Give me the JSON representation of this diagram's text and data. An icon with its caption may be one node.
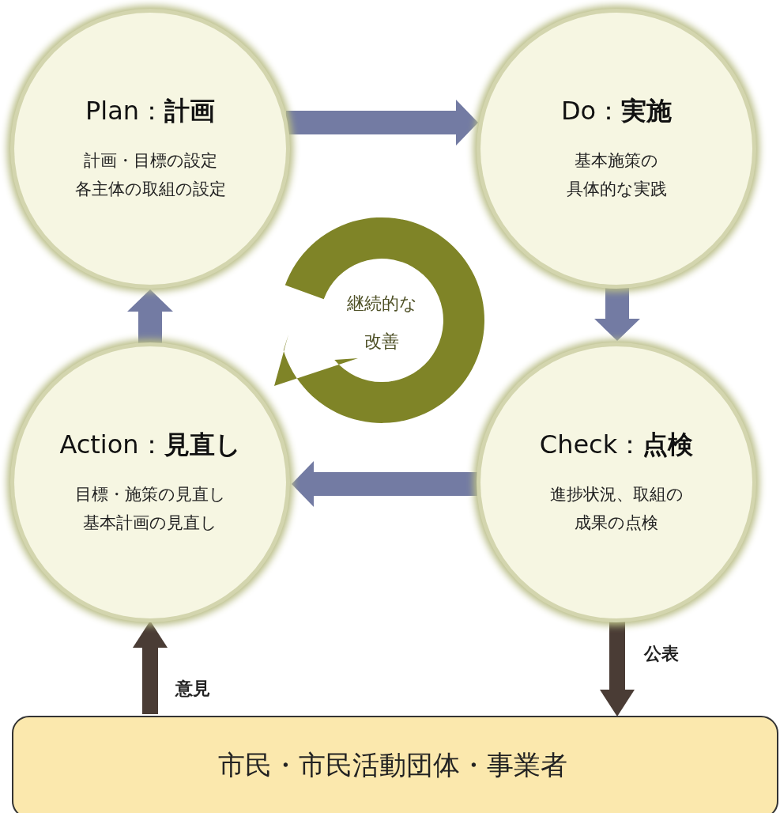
{
  "diagram": {
    "nodes": [
      {
        "text": [
          "Plan：**計画**",
          "計画・目標の設定各主体の取組の設定"
        ]
      },
      {
        "text": [
          "Do：**実施**",
          "基本施策の具体的な実践"
        ]
      },
      {
        "text": [
          "Check：**点検**",
          "進捗状況、取組の成果の点検"
        ]
      },
      {
        "text": [
          "Action：**見直し**",
          "目標・施策の見直し基本計画の見直し"
        ]
      },
      {
        "text": [
          "継続的な改善"
        ]
      },
      {
        "text": [
          "市民・市民活動団体・事業者"
        ]
      }
    ],
    "edges": [
      {
        "from": 0,
        "to": 1,
        "arrow": "to"
      },
      {
        "from": 1,
        "to": 2,
        "arrow": "to"
      },
      {
        "from": 2,
        "to": 3,
        "arrow": "to"
      },
      {
        "from": 3,
        "to": 0,
        "arrow": "to"
      },
      {
        "from": 2,
        "to": 5,
        "arrow": "to",
        "label": "公表",
        "color": "#4a3c35"
      },
      {
        "from": 5,
        "to": 3,
        "arrow": "to",
        "label": "意見",
        "color": "#4a3c35"
      }
    ]
  }
}
